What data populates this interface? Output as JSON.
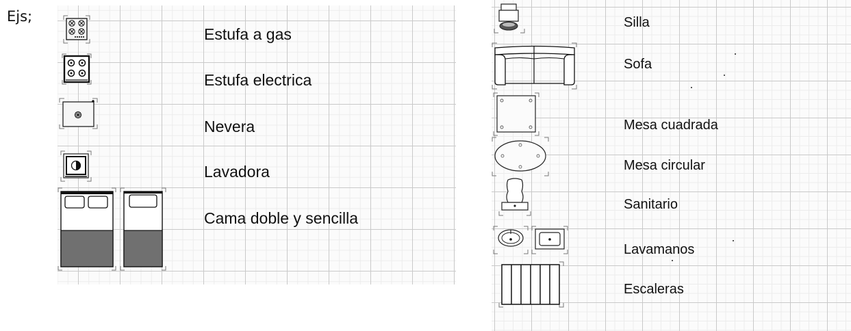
{
  "prefix": "Ejs;",
  "left_panel": {
    "labels": [
      "Estufa a gas",
      "Estufa electrica",
      "Nevera",
      "Lavadora",
      "Cama doble y sencilla"
    ]
  },
  "right_panel": {
    "labels": [
      "Silla",
      "Sofa",
      "Mesa cuadrada",
      "Mesa circular",
      "Sanitario",
      "Lavamanos",
      "Escaleras"
    ]
  },
  "icons": [
    "gas-stove-icon",
    "electric-stove-icon",
    "fridge-icon",
    "washing-machine-icon",
    "double-bed-icon",
    "single-bed-icon",
    "chair-icon",
    "sofa-icon",
    "square-table-icon",
    "round-table-icon",
    "toilet-icon",
    "sink-icon",
    "stairs-icon"
  ]
}
